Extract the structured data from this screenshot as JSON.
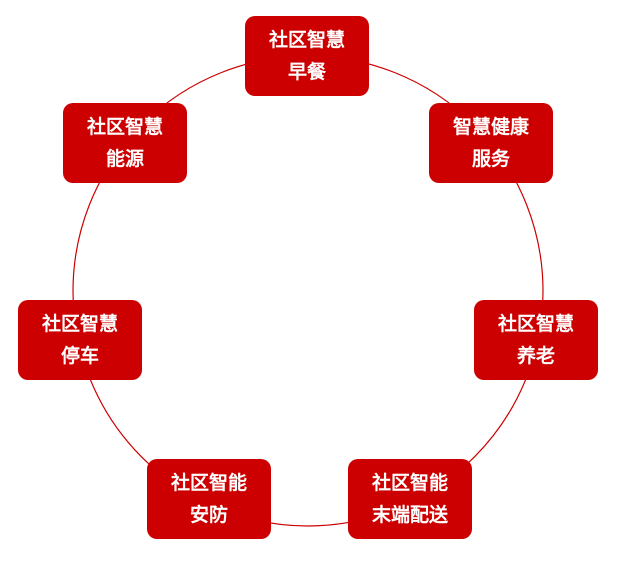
{
  "colors": {
    "node": "#cc0000",
    "ring": "#cc0000"
  },
  "nodes": [
    {
      "line1": "社区智慧",
      "line2": "早餐"
    },
    {
      "line1": "智慧健康",
      "line2": "服务"
    },
    {
      "line1": "社区智慧",
      "line2": "养老"
    },
    {
      "line1": "社区智能",
      "line2": "末端配送"
    },
    {
      "line1": "社区智能",
      "line2": "安防"
    },
    {
      "line1": "社区智慧",
      "line2": "停车"
    },
    {
      "line1": "社区智慧",
      "line2": "能源"
    }
  ]
}
